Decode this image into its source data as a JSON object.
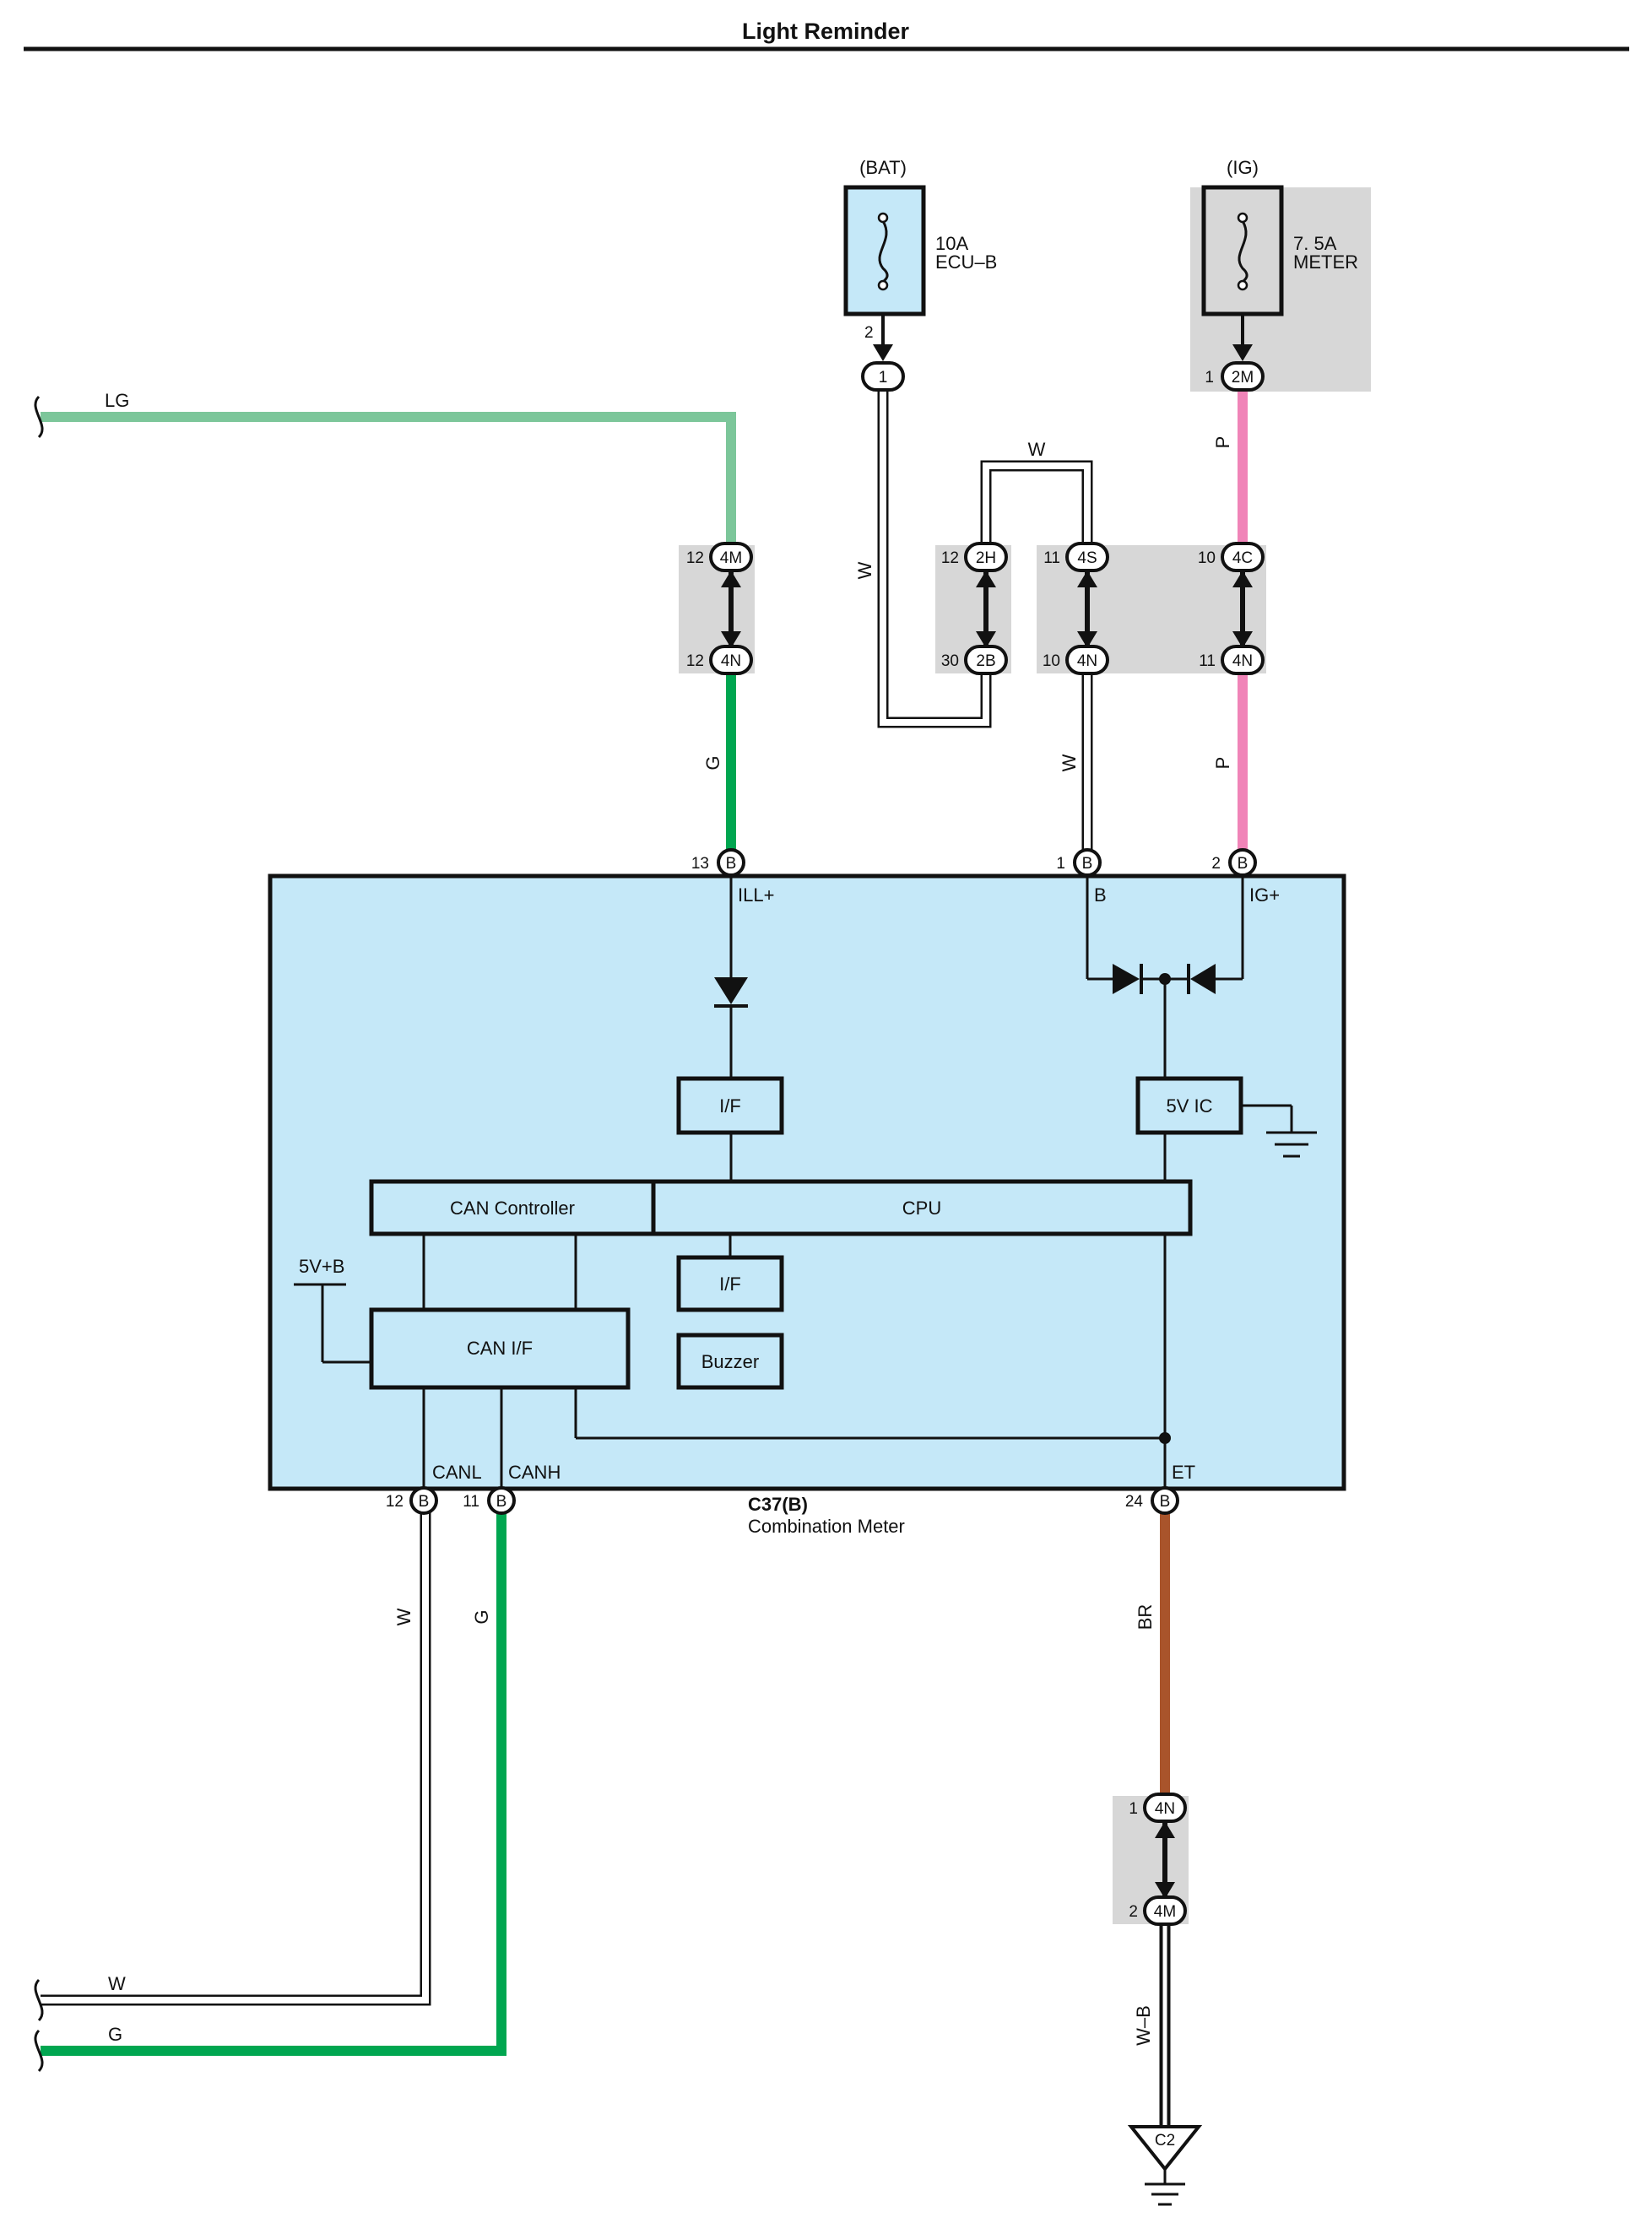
{
  "title": "Light Reminder",
  "colors": {
    "meter_fill": "#c5e8f8",
    "connector_gray": "#d7d7d7",
    "wire_lg": "#7cc69a",
    "wire_g": "#00a650",
    "wire_p": "#f084b8",
    "wire_br": "#a9542b",
    "wire_w": "#ffffff",
    "outline": "#1a1a1a"
  },
  "sources": {
    "bat": {
      "label": "(BAT)",
      "fuse_rating": "10A",
      "fuse_name": "ECU–B",
      "out_pin": "2"
    },
    "ig": {
      "label": "(IG)",
      "fuse_rating": "7. 5A",
      "fuse_name": "METER"
    }
  },
  "connectors": {
    "c_1": {
      "code": "1"
    },
    "c_2M": {
      "code": "2M",
      "pin": "1"
    },
    "c_4M_top": {
      "code": "4M",
      "pin": "12"
    },
    "c_4N_lg": {
      "code": "4N",
      "pin": "12"
    },
    "c_2H": {
      "code": "2H",
      "pin": "12"
    },
    "c_2B": {
      "code": "2B",
      "pin": "30"
    },
    "c_4S": {
      "code": "4S",
      "pin": "11"
    },
    "c_4N_w": {
      "code": "4N",
      "pin": "10"
    },
    "c_4C": {
      "code": "4C",
      "pin": "10"
    },
    "c_4N_p": {
      "code": "4N",
      "pin": "11"
    },
    "c_4N_bot": {
      "code": "4N",
      "pin": "1"
    },
    "c_4M_bot": {
      "code": "4M",
      "pin": "2"
    }
  },
  "meter_pins": {
    "ill": {
      "code": "B",
      "pin": "13",
      "name": "ILL+"
    },
    "b": {
      "code": "B",
      "pin": "1",
      "name": "B"
    },
    "ig": {
      "code": "B",
      "pin": "2",
      "name": "IG+"
    },
    "canl": {
      "code": "B",
      "pin": "12",
      "name": "CANL"
    },
    "canh": {
      "code": "B",
      "pin": "11",
      "name": "CANH"
    },
    "et": {
      "code": "B",
      "pin": "24",
      "name": "ET"
    }
  },
  "wire_labels": {
    "lg": "LG",
    "g_upper": "G",
    "w_bat": "W",
    "w_loop": "W",
    "w_b": "W",
    "p_upper": "P",
    "p_lower": "P",
    "w_canl": "W",
    "g_canh": "G",
    "br": "BR",
    "wb": "W–B",
    "w_bottom": "W",
    "g_bottom": "G"
  },
  "meter": {
    "code": "C37(B)",
    "name": "Combination Meter",
    "blocks": {
      "if_top": "I/F",
      "five_v_ic": "5V IC",
      "can_controller": "CAN Controller",
      "cpu": "CPU",
      "if_mid": "I/F",
      "buzzer": "Buzzer",
      "can_if": "CAN I/F",
      "five_v_b": "5V+B"
    }
  },
  "ground": {
    "code": "C2"
  }
}
